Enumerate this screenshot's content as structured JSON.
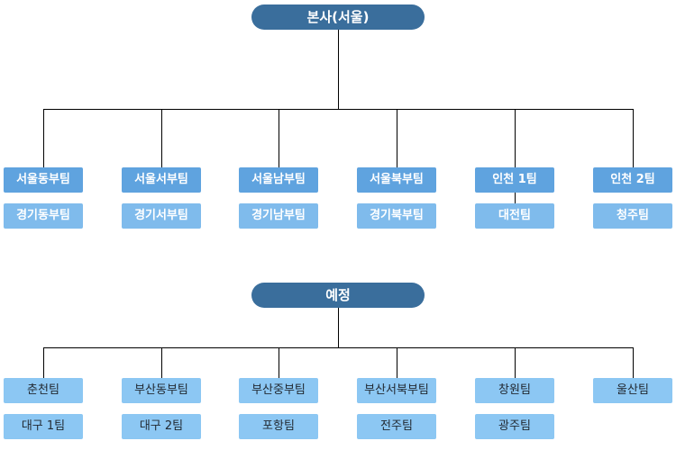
{
  "colors": {
    "root": "#3a6e9c",
    "team_main": "#5fa3df",
    "team_sub": "#7fbbec",
    "team_planned": "#8cc7f3",
    "line": "#000000"
  },
  "headquarters": {
    "title": "본사(서울)",
    "branches": [
      {
        "team": "서울동부팀",
        "sub": "경기동부팀"
      },
      {
        "team": "서울서부팀",
        "sub": "경기서부팀"
      },
      {
        "team": "서울남부팀",
        "sub": "경기남부팀"
      },
      {
        "team": "서울북부팀",
        "sub": "경기북부팀"
      },
      {
        "team": "인천 1팀",
        "sub": "대전팀"
      },
      {
        "team": "인천 2팀",
        "sub": "청주팀"
      }
    ]
  },
  "planned": {
    "title": "예정",
    "branches": [
      {
        "team": "춘천팀",
        "sub": "대구 1팀"
      },
      {
        "team": "부산동부팀",
        "sub": "대구 2팀"
      },
      {
        "team": "부산중부팀",
        "sub": "포항팀"
      },
      {
        "team": "부산서북부팀",
        "sub": "전주팀"
      },
      {
        "team": "창원팀",
        "sub": "광주팀"
      },
      {
        "team": "울산팀",
        "sub": null
      }
    ]
  }
}
